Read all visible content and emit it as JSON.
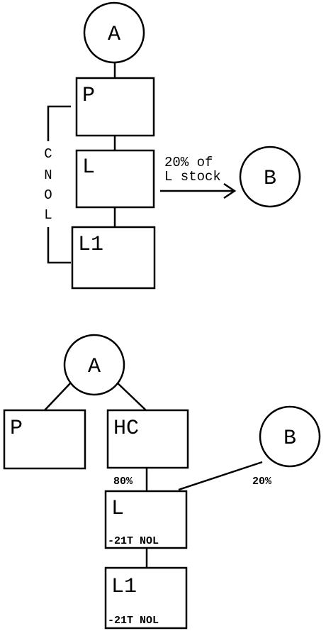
{
  "diagram1": {
    "node_a": "A",
    "box_p": "P",
    "box_l": "L",
    "box_l1": "L1",
    "node_b": "B",
    "cnol": [
      "C",
      "N",
      "O",
      "L"
    ],
    "arrow_label_line1": "20% of",
    "arrow_label_line2": "L stock"
  },
  "diagram2": {
    "node_a": "A",
    "box_p": "P",
    "box_hc": "HC",
    "node_b": "B",
    "pct_hc": "80%",
    "pct_b": "20%",
    "box_l": "L",
    "box_l_note": "-21T NOL",
    "box_l1": "L1",
    "box_l1_note": "-21T NOL"
  }
}
